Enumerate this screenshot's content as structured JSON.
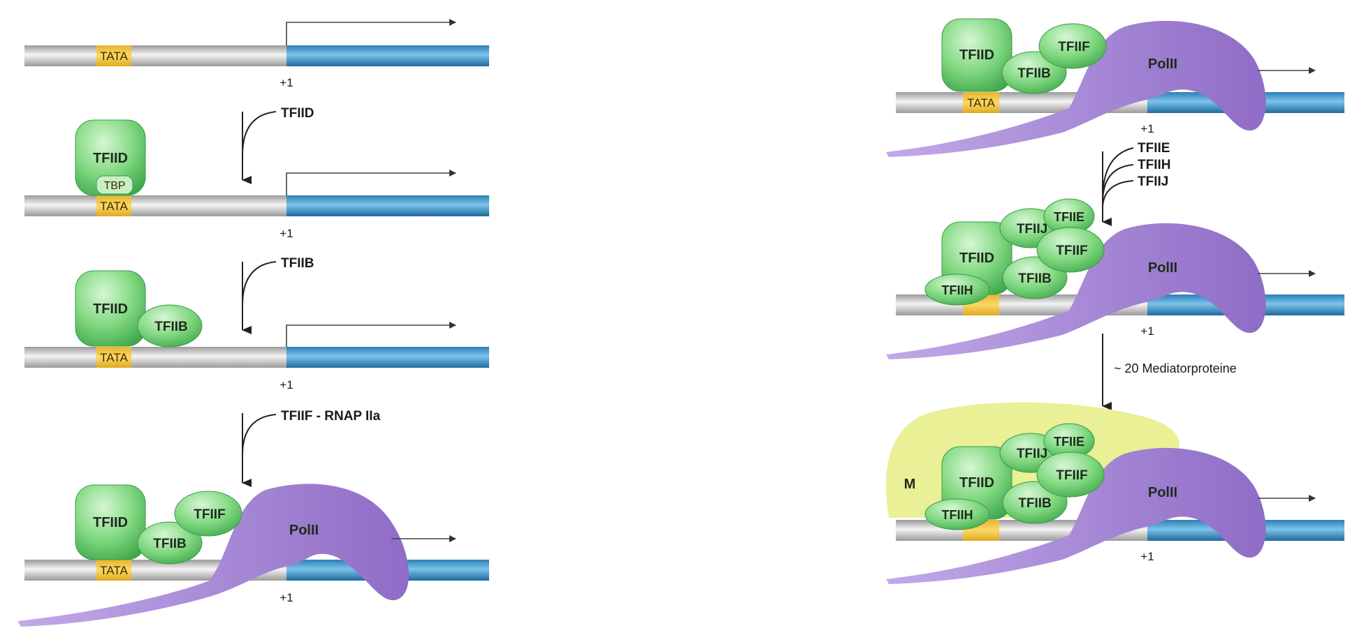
{
  "labels": {
    "tata": "TATA",
    "tbp": "TBP",
    "plus1": "+1",
    "tfiid": "TFIID",
    "tfiib": "TFIIB",
    "tfiif": "TFIIF",
    "tfiie": "TFIIE",
    "tfiih": "TFIIH",
    "tfiij": "TFIIJ",
    "pol": "PolII",
    "mediator_m": "M"
  },
  "steps": {
    "add_tfiid": "TFIID",
    "add_tfiib": "TFIIB",
    "add_tfiif_rnap": "TFIIF - RNAP IIa",
    "add_e": "TFIIE",
    "add_h": "TFIIH",
    "add_j": "TFIIJ",
    "mediator": "~ 20 Mediatorproteine"
  },
  "colors": {
    "dna_gray": "#c9c9c9",
    "gene_blue": "#3e96c8",
    "tata_yellow": "#f3c94a",
    "factor_green": "#6fcf72",
    "pol_purple": "#a98bd6",
    "mediator_yellow": "#e8ef92"
  }
}
